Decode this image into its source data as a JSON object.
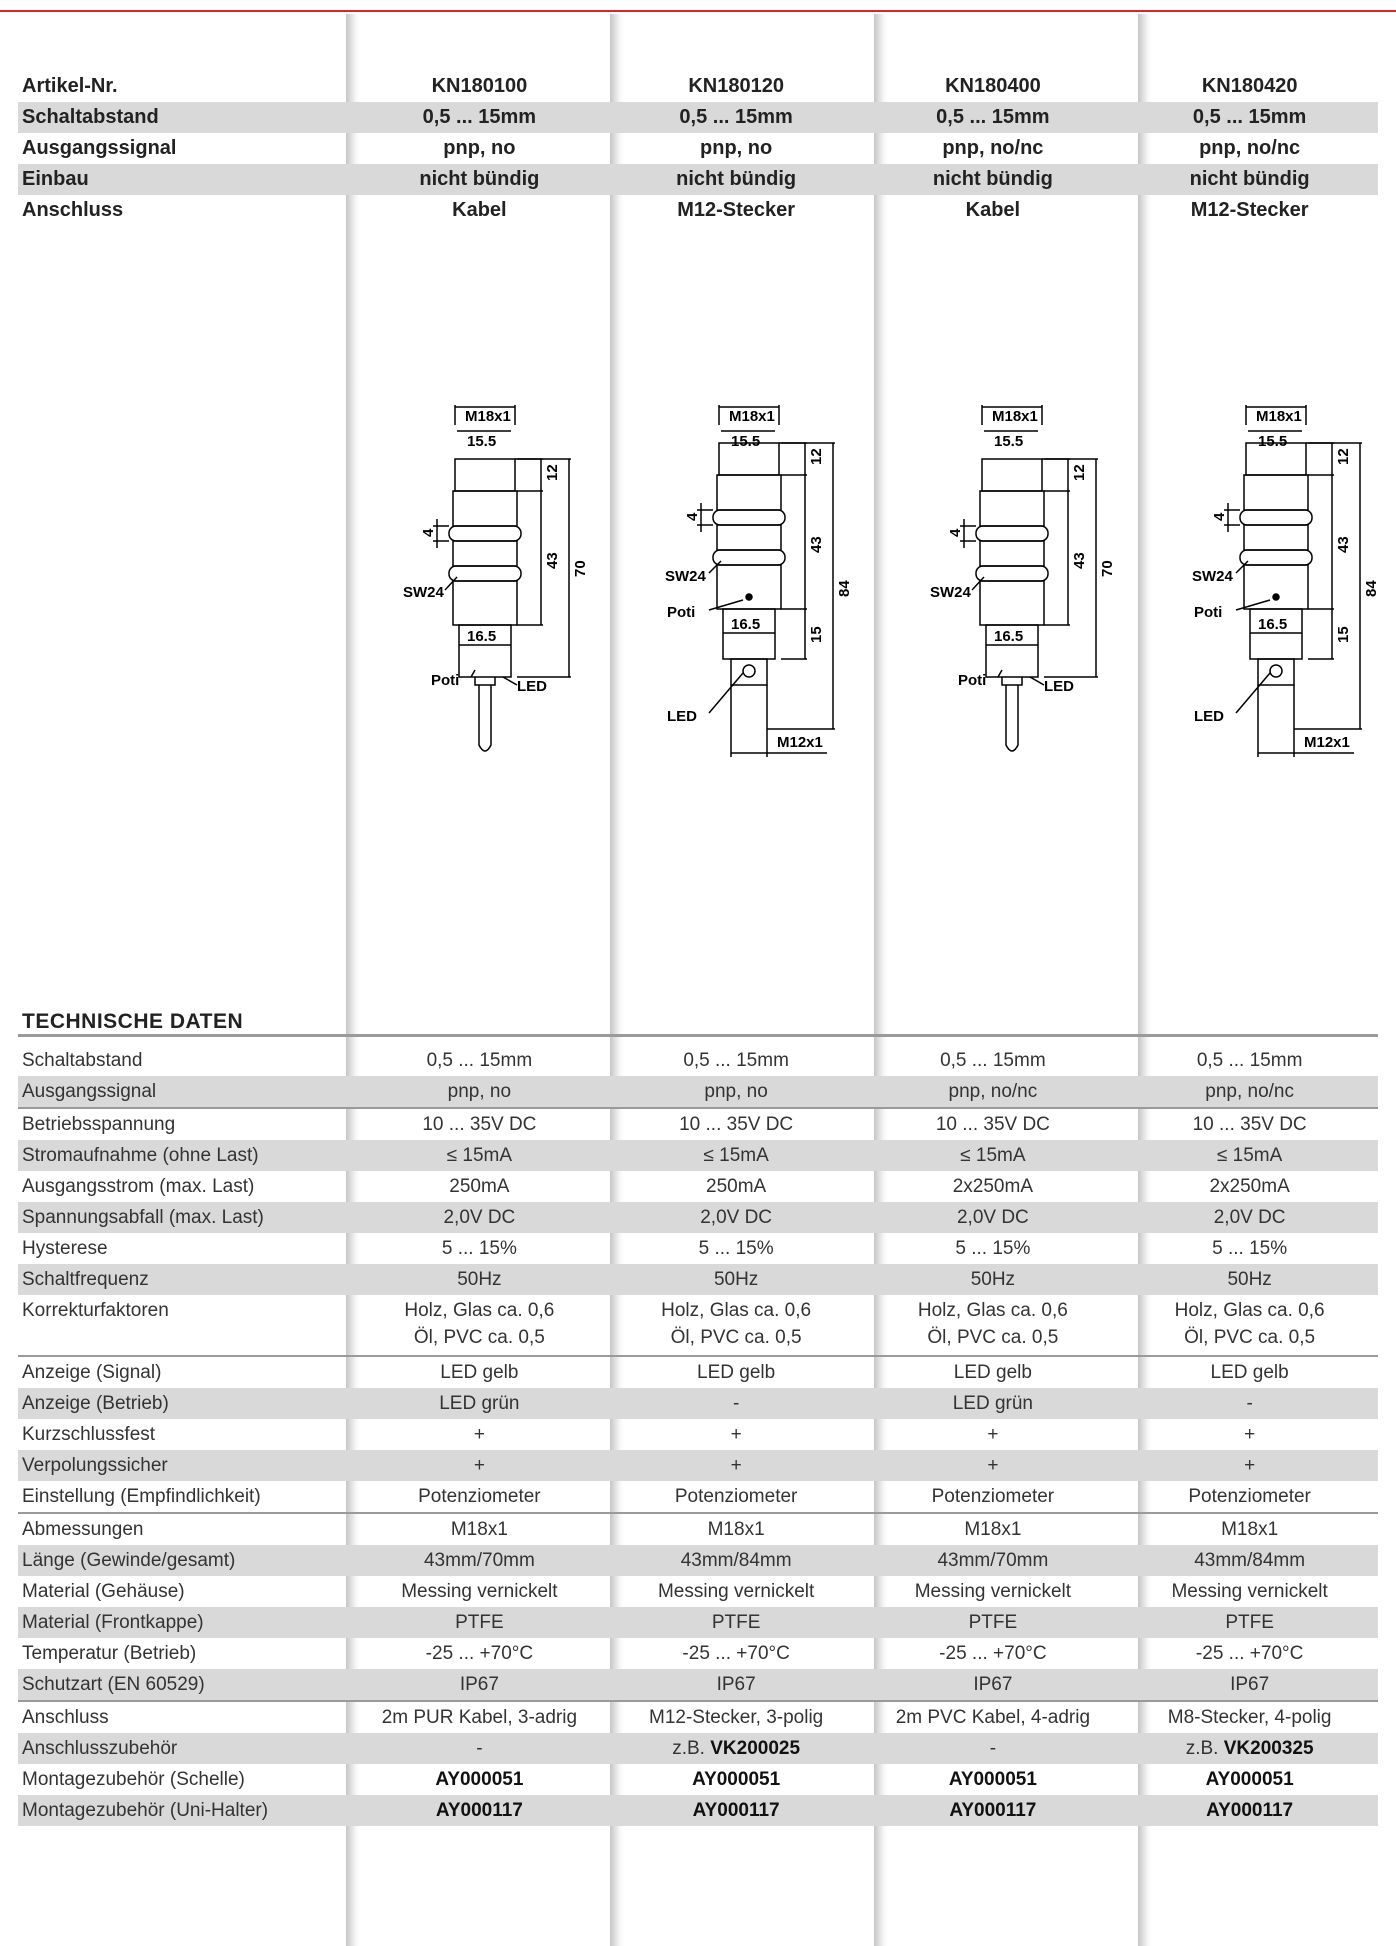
{
  "header": {
    "rows": [
      {
        "label": "Artikel-Nr.",
        "values": [
          "KN180100",
          "KN180120",
          "KN180400",
          "KN180420"
        ]
      },
      {
        "label": "Schaltabstand",
        "values": [
          "0,5 ... 15mm",
          "0,5 ... 15mm",
          "0,5 ... 15mm",
          "0,5 ... 15mm"
        ]
      },
      {
        "label": "Ausgangssignal",
        "values": [
          "pnp, no",
          "pnp, no",
          "pnp, no/nc",
          "pnp, no/nc"
        ]
      },
      {
        "label": "Einbau",
        "values": [
          "nicht bündig",
          "nicht bündig",
          "nicht bündig",
          "nicht bündig"
        ]
      },
      {
        "label": "Anschluss",
        "values": [
          "Kabel",
          "M12-Stecker",
          "Kabel",
          "M12-Stecker"
        ]
      }
    ]
  },
  "drawing_labels": {
    "thread": "M18x1",
    "width_top": "15.5",
    "d12": "12",
    "d43": "43",
    "d70": "70",
    "d84": "84",
    "d4": "4",
    "sw": "SW24",
    "width_bottom": "16.5",
    "poti": "Poti",
    "led": "LED",
    "d15": "15",
    "m12": "M12x1"
  },
  "technical": {
    "title": "TECHNISCHE DATEN",
    "rows": [
      {
        "label": "Schaltabstand",
        "values": [
          "0,5 ... 15mm",
          "0,5 ... 15mm",
          "0,5 ... 15mm",
          "0,5 ... 15mm"
        ]
      },
      {
        "label": "Ausgangssignal",
        "values": [
          "pnp, no",
          "pnp, no",
          "pnp, no/nc",
          "pnp, no/nc"
        ]
      },
      {
        "label": "Betriebsspannung",
        "values": [
          "10 ... 35V DC",
          "10 ... 35V DC",
          "10 ... 35V DC",
          "10 ... 35V DC"
        ]
      },
      {
        "label": "Stromaufnahme  (ohne Last)",
        "values": [
          "≤ 15mA",
          "≤ 15mA",
          "≤ 15mA",
          "≤ 15mA"
        ]
      },
      {
        "label": "Ausgangsstrom (max. Last)",
        "values": [
          "250mA",
          "250mA",
          "2x250mA",
          "2x250mA"
        ]
      },
      {
        "label": "Spannungsabfall (max. Last)",
        "values": [
          "2,0V DC",
          "2,0V DC",
          "2,0V DC",
          "2,0V DC"
        ]
      },
      {
        "label": "Hysterese",
        "values": [
          "5 ... 15%",
          "5 ... 15%",
          "5 ... 15%",
          "5 ... 15%"
        ]
      },
      {
        "label": "Schaltfrequenz",
        "values": [
          "50Hz",
          "50Hz",
          "50Hz",
          "50Hz"
        ]
      },
      {
        "label": "Korrekturfaktoren",
        "line1": "Holz, Glas ca. 0,6",
        "line2": "Öl, PVC ca. 0,5"
      },
      {
        "label": "Anzeige (Signal)",
        "values": [
          "LED gelb",
          "LED gelb",
          "LED gelb",
          "LED gelb"
        ]
      },
      {
        "label": "Anzeige (Betrieb)",
        "values": [
          "LED grün",
          "-",
          "LED grün",
          "-"
        ]
      },
      {
        "label": "Kurzschlussfest",
        "values": [
          "+",
          "+",
          "+",
          "+"
        ]
      },
      {
        "label": "Verpolungssicher",
        "values": [
          "+",
          "+",
          "+",
          "+"
        ]
      },
      {
        "label": "Einstellung (Empfindlichkeit)",
        "values": [
          "Potenziometer",
          "Potenziometer",
          "Potenziometer",
          "Potenziometer"
        ]
      },
      {
        "label": "Abmessungen",
        "values": [
          "M18x1",
          "M18x1",
          "M18x1",
          "M18x1"
        ]
      },
      {
        "label": "Länge (Gewinde/gesamt)",
        "values": [
          "43mm/70mm",
          "43mm/84mm",
          "43mm/70mm",
          "43mm/84mm"
        ]
      },
      {
        "label": "Material (Gehäuse)",
        "values": [
          "Messing vernickelt",
          "Messing vernickelt",
          "Messing vernickelt",
          "Messing vernickelt"
        ]
      },
      {
        "label": "Material (Frontkappe)",
        "values": [
          "PTFE",
          "PTFE",
          "PTFE",
          "PTFE"
        ]
      },
      {
        "label": "Temperatur (Betrieb)",
        "values": [
          "-25 ... +70°C",
          "-25 ... +70°C",
          "-25 ... +70°C",
          "-25 ... +70°C"
        ]
      },
      {
        "label": "Schutzart (EN 60529)",
        "values": [
          "IP67",
          "IP67",
          "IP67",
          "IP67"
        ]
      },
      {
        "label": "Anschluss",
        "values": [
          "2m PUR Kabel, 3-adrig",
          "M12-Stecker, 3-polig",
          "2m PVC Kabel, 4-adrig",
          "M8-Stecker, 4-polig"
        ]
      },
      {
        "label": "Anschlusszubehör",
        "values": [
          "-",
          "VK200025",
          "-",
          "VK200325"
        ],
        "prefix": "z.B."
      },
      {
        "label": "Montagezubehör (Schelle)",
        "values": [
          "AY000051",
          "AY000051",
          "AY000051",
          "AY000051"
        ]
      },
      {
        "label": "Montagezubehör (Uni-Halter)",
        "values": [
          "AY000117",
          "AY000117",
          "AY000117",
          "AY000117"
        ]
      }
    ]
  }
}
